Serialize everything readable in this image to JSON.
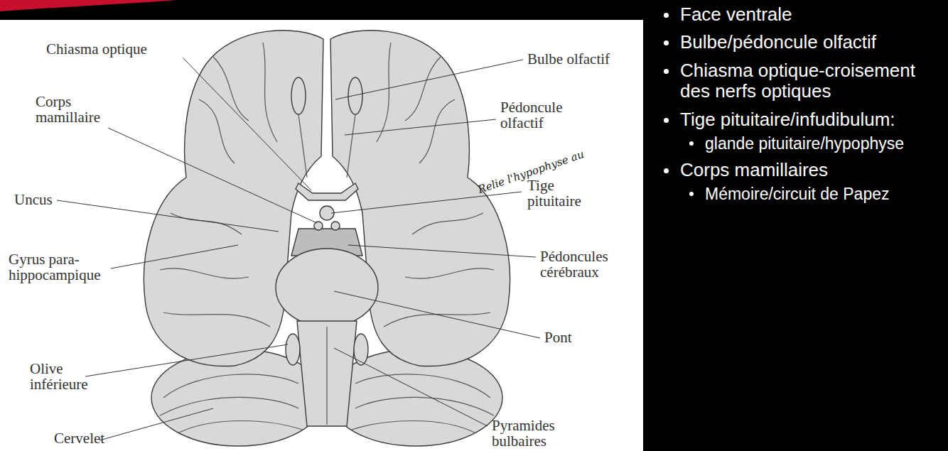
{
  "diagram": {
    "labels": [
      "Chiasma optique",
      "Corps mamillaire",
      "Uncus",
      "Gyrus para-hippocampique",
      "Olive inférieure",
      "Cervelet",
      "Bulbe olfactif",
      "Pédoncule olfactif",
      "Relie l'hypophyse au",
      "Tige pituitaire",
      "Pédoncules cérébraux",
      "Pont",
      "Pyramides bulbaires",
      "Face ventrale",
      "Bulbe/pédoncule olfactif",
      "Chiasma optique-croisement des nerfs optiques",
      "Tige pituitaire/infudibulum:",
      "glande pituitaire/hypophyse",
      "Corps mamillaires",
      "Mémoire/circuit de Papez"
    ]
  }
}
